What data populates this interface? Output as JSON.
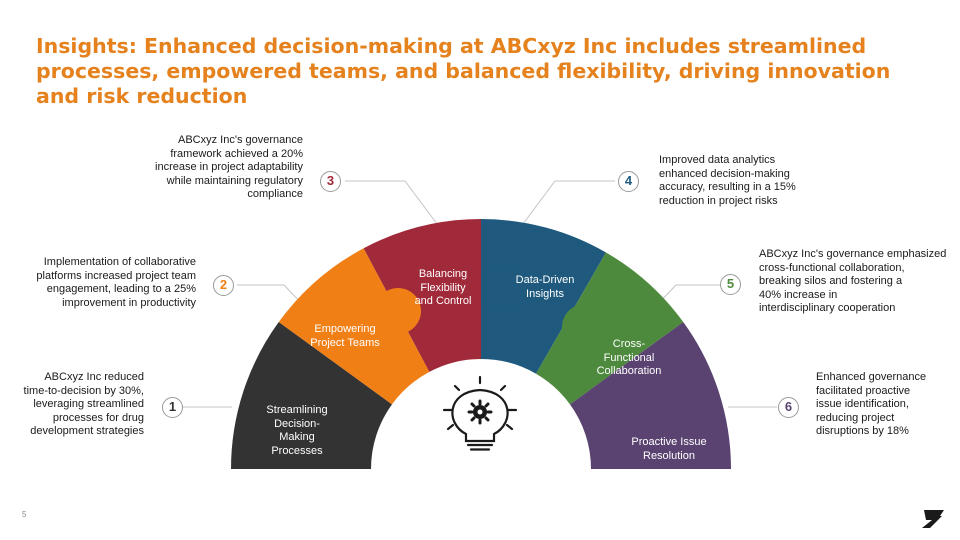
{
  "title": "Insights: Enhanced decision-making at ABCxyz Inc includes streamlined processes, empowered teams, and balanced flexibility, driving innovation and risk reduction",
  "page_number": "5",
  "colors": {
    "title": "#E5821E",
    "piece1": "#333333",
    "piece2": "#F07F16",
    "piece3": "#A12A3A",
    "piece4": "#1F5A7E",
    "piece5": "#4E8A3D",
    "piece6": "#5A4370"
  },
  "center_icon": "lightbulb-gear-icon",
  "segments": [
    {
      "number": "1",
      "label": "Streamlining Decision-Making Processes",
      "label_lines": [
        "Streamlining",
        "Decision-",
        "Making",
        "Processes"
      ],
      "desc_lines": [
        "ABCxyz Inc reduced",
        "time-to-decision by 30%,",
        "leveraging streamlined",
        "processes for drug",
        "development strategies"
      ]
    },
    {
      "number": "2",
      "label": "Empowering Project Teams",
      "label_lines": [
        "Empowering",
        "Project Teams"
      ],
      "desc_lines": [
        "Implementation of collaborative",
        "platforms increased project team",
        "engagement, leading to a 25%",
        "improvement in productivity"
      ]
    },
    {
      "number": "3",
      "label": "Balancing Flexibility and Control",
      "label_lines": [
        "Balancing",
        "Flexibility",
        "and Control"
      ],
      "desc_lines": [
        "ABCxyz Inc's governance",
        "framework achieved a 20%",
        "increase in project adaptability",
        "while maintaining regulatory",
        "compliance"
      ]
    },
    {
      "number": "4",
      "label": "Data-Driven Insights",
      "label_lines": [
        "Data-Driven",
        "Insights"
      ],
      "desc_lines": [
        "Improved data analytics",
        "enhanced decision-making",
        "accuracy, resulting in a 15%",
        "reduction in project risks"
      ]
    },
    {
      "number": "5",
      "label": "Cross-Functional Collaboration",
      "label_lines": [
        "Cross-",
        "Functional",
        "Collaboration"
      ],
      "desc_lines": [
        "ABCxyz Inc's governance emphasized",
        "cross-functional collaboration,",
        "breaking silos and fostering a",
        "40% increase in",
        "interdisciplinary cooperation"
      ]
    },
    {
      "number": "6",
      "label": "Proactive Issue Resolution",
      "label_lines": [
        "Proactive Issue",
        "Resolution"
      ],
      "desc_lines": [
        "Enhanced governance",
        "facilitated proactive",
        "issue identification,",
        "reducing project",
        "disruptions by 18%"
      ]
    }
  ]
}
